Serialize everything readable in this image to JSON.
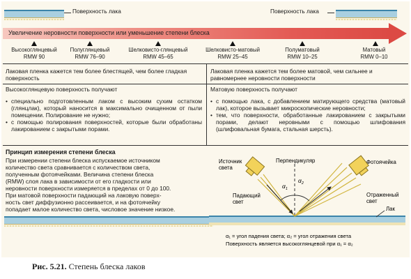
{
  "top": {
    "surface_left": "Поверхность лака",
    "surface_right": "Поверхность лака",
    "arrow_text": "Увеличение неровности поверхности или уменьшение степени блеска"
  },
  "categories": [
    {
      "name": "Высокоглянцевый",
      "rmw": "RMW 90"
    },
    {
      "name": "Полуглянцевый",
      "rmw": "RMW 76–90"
    },
    {
      "name": "Шелковисто-глянцевый",
      "rmw": "RMW 45–65"
    },
    {
      "name": "Шелковисто-матовый",
      "rmw": "RMW 25–45"
    },
    {
      "name": "Полуматовый",
      "rmw": "RMW 10–25"
    },
    {
      "name": "Матовый",
      "rmw": "RMW 0–10"
    }
  ],
  "left": {
    "statement": "Лаковая пленка кажется тем более блестящей, чем более гладкая поверхность",
    "heading": "Высокоглянцевую поверхность получают",
    "bullets": [
      "специально подготовленным лаком с высоким сухим остатком (глянцлак), который наносится в максимально очищенном от пыли помещении. Полирование не нужно;",
      "с помощью полирования поверхностей, которые были обработаны лакированием с закрытыми порами."
    ]
  },
  "right": {
    "statement": "Лаковая пленка кажется тем более матовой, чем сильнее и равномернее неровности поверхности",
    "heading": "Матовую поверхность получают",
    "bullets": [
      "с помощью лака, с добавлением матирующего средства (матовый лак), которое вызывает микроскопические неровности;",
      "тем, что поверхности, обработанные лакированием с закрытыми порами, делают неровными с помощью шлифования (шлифовальная бумага, стальная шерсть)."
    ]
  },
  "principle": {
    "heading": "Принцип измерения степени блеска",
    "lines": [
      "При измерении степени блеска испускаемое источником",
      "количество света сравнивается с количеством света,",
      "полученным фотоячейками. Величина степени блеска",
      "(RMW) слоя лака в зависимости от его гладкости или",
      "неровности поверхности измеряется в пределах от 0 до 100.",
      "При матовой поверхности падающий на лаковую поверх-",
      "ность свет диффузионно рассеивается, и на фотоячейку",
      "попадает малое количество света, числовое значение низкое."
    ]
  },
  "diagram": {
    "source": [
      "Источник",
      "света"
    ],
    "perpendicular": "Перпендикуляр",
    "photocell": "Фотоячейка",
    "incident": [
      "Падающий",
      "свет"
    ],
    "reflected": [
      "Отраженный",
      "свет"
    ],
    "lacquer": "Лак",
    "alpha1": "α",
    "alpha2": "α",
    "sub1": "1",
    "sub2": "2",
    "legend1": "α₁ = угол падения света; α₂ = угол отражения света",
    "legend2": "Поверхность является высокоглянцевой при α₁ = α₂"
  },
  "caption": {
    "label": "Рис. 5.21.",
    "text": "Степень блеска лаков"
  },
  "colors": {
    "panel": "#fbf7ec",
    "arrow": "#dc4a44",
    "lacquer": "#a9cfe0",
    "source_yellow": "#f2d25a"
  }
}
